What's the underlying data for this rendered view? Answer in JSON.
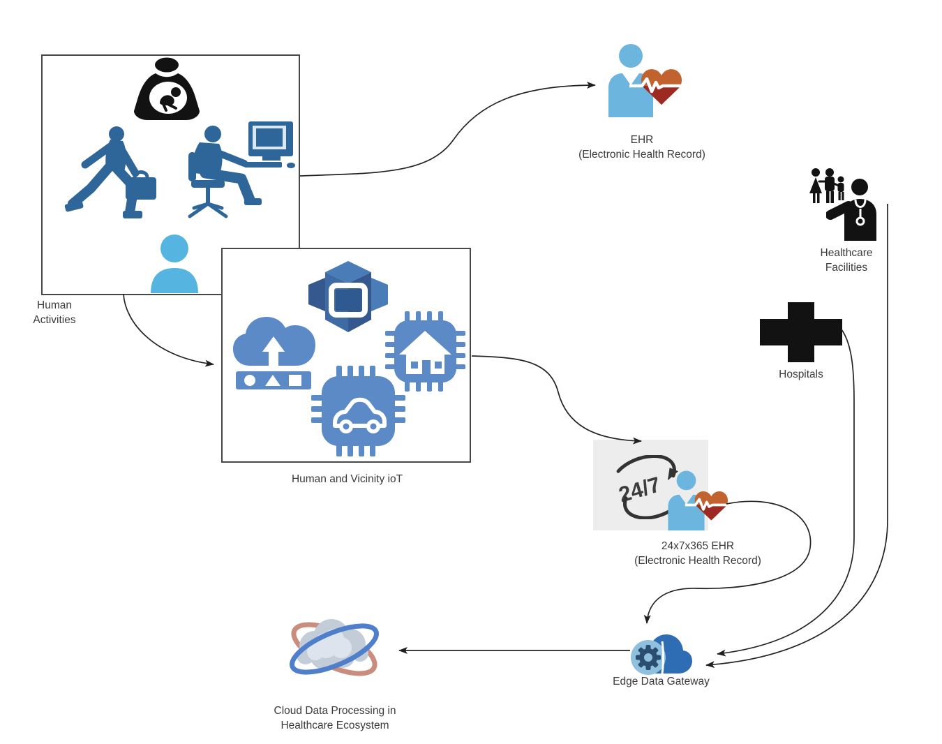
{
  "diagram": {
    "nodes": {
      "human_activities": {
        "lines": [
          "Human",
          "Activities"
        ],
        "icon": "pregnant-woman-icon, running-businessman-icon, man-at-computer-icon, person-icon"
      },
      "ehr": {
        "lines": [
          "EHR",
          "(Electronic Health Record)"
        ],
        "icon": "patient-heart-icon"
      },
      "iot": {
        "label": "Human and Vicinity ioT",
        "icon": "cloud-upload-icon, 3d-box-icon, smart-home-chip-icon, smart-car-chip-icon"
      },
      "healthcare_facilities": {
        "lines": [
          "Healthcare",
          "Facilities"
        ],
        "icon": "family-icon, doctor-icon"
      },
      "hospitals": {
        "label": "Hospitals",
        "icon": "hospital-cross-icon"
      },
      "ehr247": {
        "badge": "24/7",
        "lines": [
          "24x7x365 EHR",
          "(Electronic Health Record)"
        ],
        "icon": "24-7-cycle-icon, patient-heart-icon"
      },
      "edge_gateway": {
        "label": "Edge Data Gateway",
        "icon": "gear-cloud-icon"
      },
      "cloud_processing": {
        "lines": [
          "Cloud Data Processing in",
          "Healthcare Ecosystem"
        ],
        "icon": "orbit-cloud-icon"
      }
    },
    "connectors": [
      "human-activities-to-ehr",
      "human-activities-to-iot",
      "iot-to-24x7-ehr",
      "24x7-ehr-to-edge-gateway",
      "hospitals-to-edge-gateway",
      "healthcare-facilities-to-edge-gateway",
      "edge-gateway-to-cloud-processing"
    ],
    "colors": {
      "dark_blue": "#2f6699",
      "steel_blue": "#5b8ac6",
      "light_blue": "#56b4e1",
      "person_blue": "#6cb5de",
      "heart_orange": "#c2622e",
      "heart_red": "#9c2a22",
      "icon_black": "#121212",
      "gateway_blue": "#2e6cb3",
      "gateway_light_blue": "#8fc0dd",
      "ring_blue": "#4f7ecb",
      "ring_salmon": "#c98d7e",
      "badge_box_gray": "#ededed",
      "connector_line": "#222222",
      "text_color": "#3a3a3a"
    }
  }
}
